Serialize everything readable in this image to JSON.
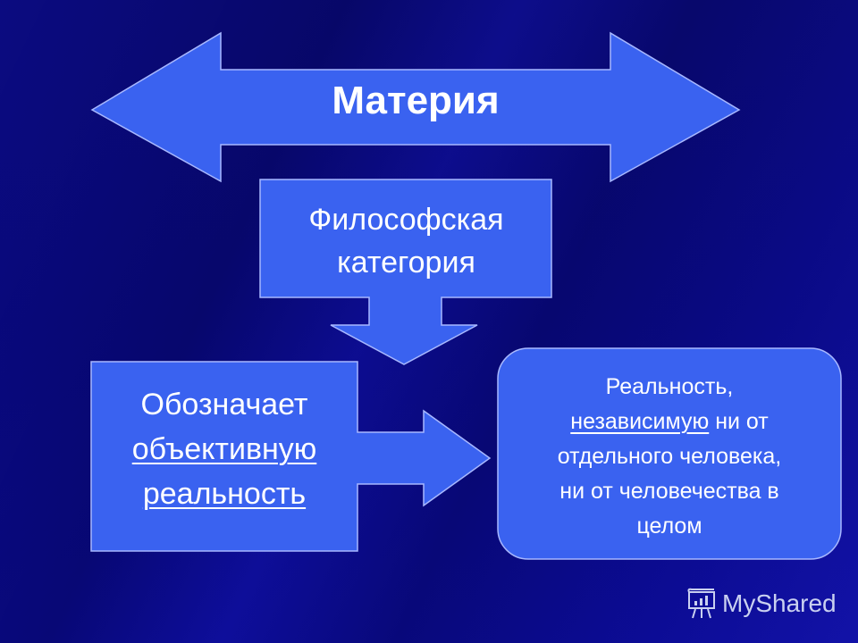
{
  "diagram": {
    "title": "Материя",
    "category_box": {
      "line1": "Философская",
      "line2": "категория"
    },
    "denotes_box": {
      "line1": "Обозначает",
      "line2_underlined": "объективную",
      "line3_underlined": "реальность"
    },
    "reality_box": {
      "line1": "Реальность,",
      "line2_underlined": "независимую",
      "line2_rest": " ни от",
      "line3": "отдельного человека,",
      "line4": "ни от человечества в",
      "line5": "целом"
    }
  },
  "watermark": {
    "icon": "presentation-board-icon",
    "text": "MyShared"
  },
  "colors": {
    "background": "#0a0a80",
    "shape_fill": "#3a62f0",
    "shape_stroke": "#a8b8ff",
    "text": "#ffffff"
  }
}
